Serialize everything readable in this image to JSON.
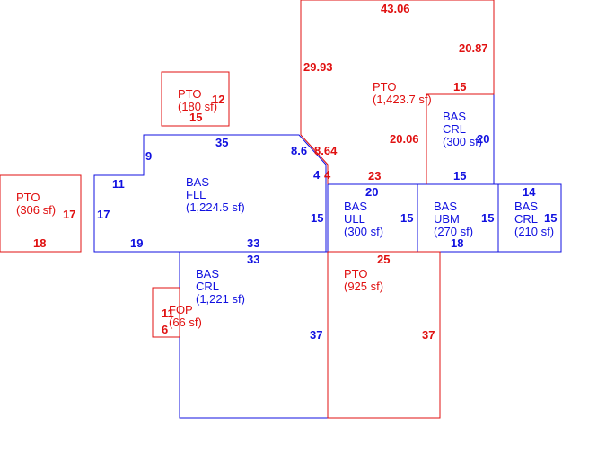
{
  "colors": {
    "blue": "#1010e0",
    "red": "#e01010"
  },
  "areas": {
    "pto_306": {
      "code": "PTO",
      "area": "(306 sf)"
    },
    "pto_180": {
      "code": "PTO",
      "area": "(180 sf)"
    },
    "bas_fll": {
      "code": "BAS",
      "sub": "FLL",
      "area": "(1,224.5 sf)"
    },
    "pto_1423": {
      "code": "PTO",
      "area": "(1,423.7 sf)"
    },
    "bas_crl_300": {
      "code": "BAS",
      "sub": "CRL",
      "area": "(300 sf)"
    },
    "bas_ull": {
      "code": "BAS",
      "sub": "ULL",
      "area": "(300 sf)"
    },
    "bas_ubm": {
      "code": "BAS",
      "sub": "UBM",
      "area": "(270 sf)"
    },
    "bas_crl_210": {
      "code": "BAS",
      "sub": "CRL",
      "area": "(210 sf)"
    },
    "bas_crl_1221": {
      "code": "BAS",
      "sub": "CRL",
      "area": "(1,221 sf)"
    },
    "fop_66": {
      "code": "FOP",
      "area": "(66 sf)"
    },
    "pto_925": {
      "code": "PTO",
      "area": "(925 sf)"
    }
  },
  "dims": {
    "pto_306_right": "17",
    "pto_306_bottom": "18",
    "pto_180_right": "12",
    "pto_180_bottom": "15",
    "fll_top": "35",
    "fll_9": "9",
    "fll_11": "11",
    "fll_left": "17",
    "fll_19": "19",
    "fll_33": "33",
    "fll_diag": "8.6",
    "fll_4": "4",
    "pto1423_top": "43.06",
    "pto1423_right": "20.87",
    "pto1423_left": "29.93",
    "pto1423_15": "15",
    "pto1423_20": "20.06",
    "pto1423_diag": "8.64",
    "pto1423_4": "4",
    "pto1423_23": "23",
    "crl300_right": "20",
    "crl300_bottom": "15",
    "ull_top": "20",
    "ull_left": "15",
    "ull_right": "15",
    "ubm_right": "15",
    "ubm_bottom": "18",
    "crl210_top": "14",
    "crl210_right": "15",
    "crl1221_top": "33",
    "crl1221_right": "37",
    "fop_11": "11",
    "fop_6": "6",
    "pto925_top": "25",
    "pto925_right": "37"
  }
}
